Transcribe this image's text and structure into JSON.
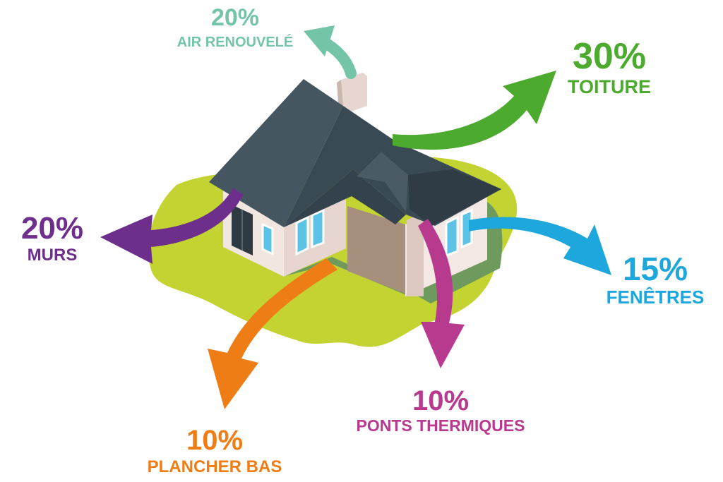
{
  "colors": {
    "air": "#74c5a8",
    "roof": "#4caa2e",
    "walls": "#6e2f8c",
    "windows": "#1ea7dd",
    "thermal_bridges": "#b83a8e",
    "floor": "#ee7d16",
    "lawn": "#c3d331",
    "roof_tiles": "#3a4a55",
    "wall_paint": "#f1e6e0"
  },
  "losses": [
    {
      "key": "air",
      "percent": "20%",
      "label": "AIR RENOUVELÉ",
      "value": 20
    },
    {
      "key": "roof",
      "percent": "30%",
      "label": "TOITURE",
      "value": 30
    },
    {
      "key": "walls",
      "percent": "20%",
      "label": "MURS",
      "value": 20
    },
    {
      "key": "windows",
      "percent": "15%",
      "label": "FENÊTRES",
      "value": 15
    },
    {
      "key": "thermal_bridges",
      "percent": "10%",
      "label": "PONTS THERMIQUES",
      "value": 10
    },
    {
      "key": "floor",
      "percent": "10%",
      "label": "PLANCHER BAS",
      "value": 10
    }
  ]
}
